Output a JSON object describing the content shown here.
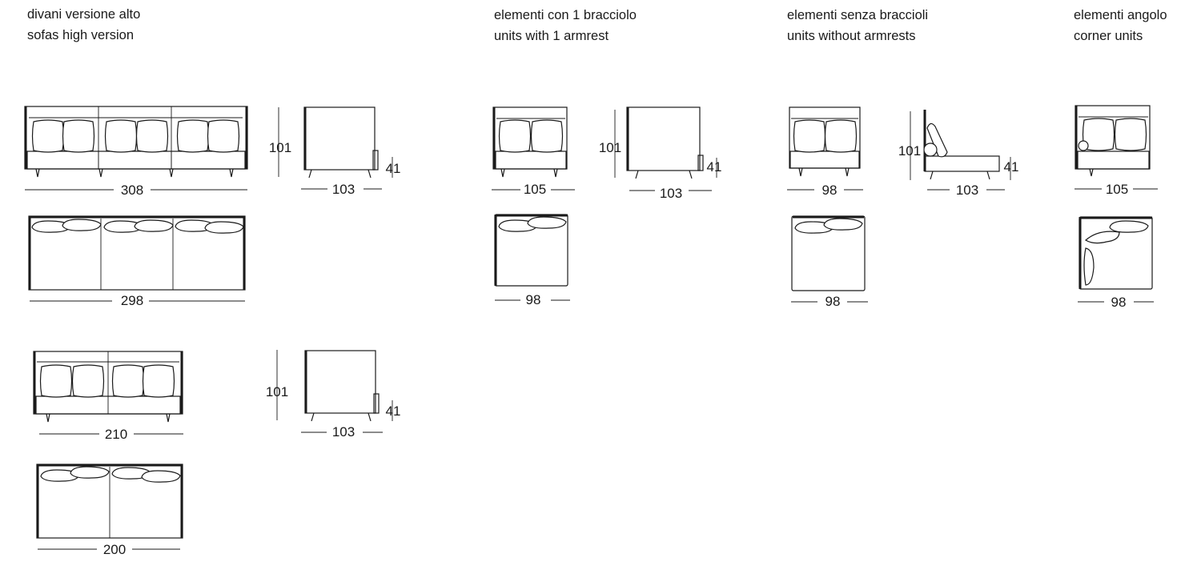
{
  "sections": {
    "high": {
      "line1": "divani versione alto",
      "line2": "sofas high version"
    },
    "one_arm": {
      "line1": "elementi con 1 bracciolo",
      "line2": "units with 1 armrest"
    },
    "no_arm": {
      "line1": "elementi senza braccioli",
      "line2": "units without armrests"
    },
    "corner": {
      "line1": "elementi angolo",
      "line2": "corner units"
    }
  },
  "dimensions": {
    "sofa3_front_width": "308",
    "sofa3_side_height": "101",
    "sofa3_side_seat": "41",
    "sofa3_side_depth": "103",
    "sofa3_top_width": "298",
    "sofa2_front_width": "210",
    "sofa2_side_height": "101",
    "sofa2_side_seat": "41",
    "sofa2_side_depth": "103",
    "sofa2_top_width": "200",
    "onearm_front_width": "105",
    "onearm_side_height": "101",
    "onearm_side_seat": "41",
    "onearm_side_depth": "103",
    "onearm_top_width": "98",
    "noarm_front_width": "98",
    "noarm_side_height": "101",
    "noarm_side_seat": "41",
    "noarm_side_depth": "103",
    "noarm_top_width": "98",
    "corner_front_width": "105",
    "corner_top_width": "98"
  }
}
